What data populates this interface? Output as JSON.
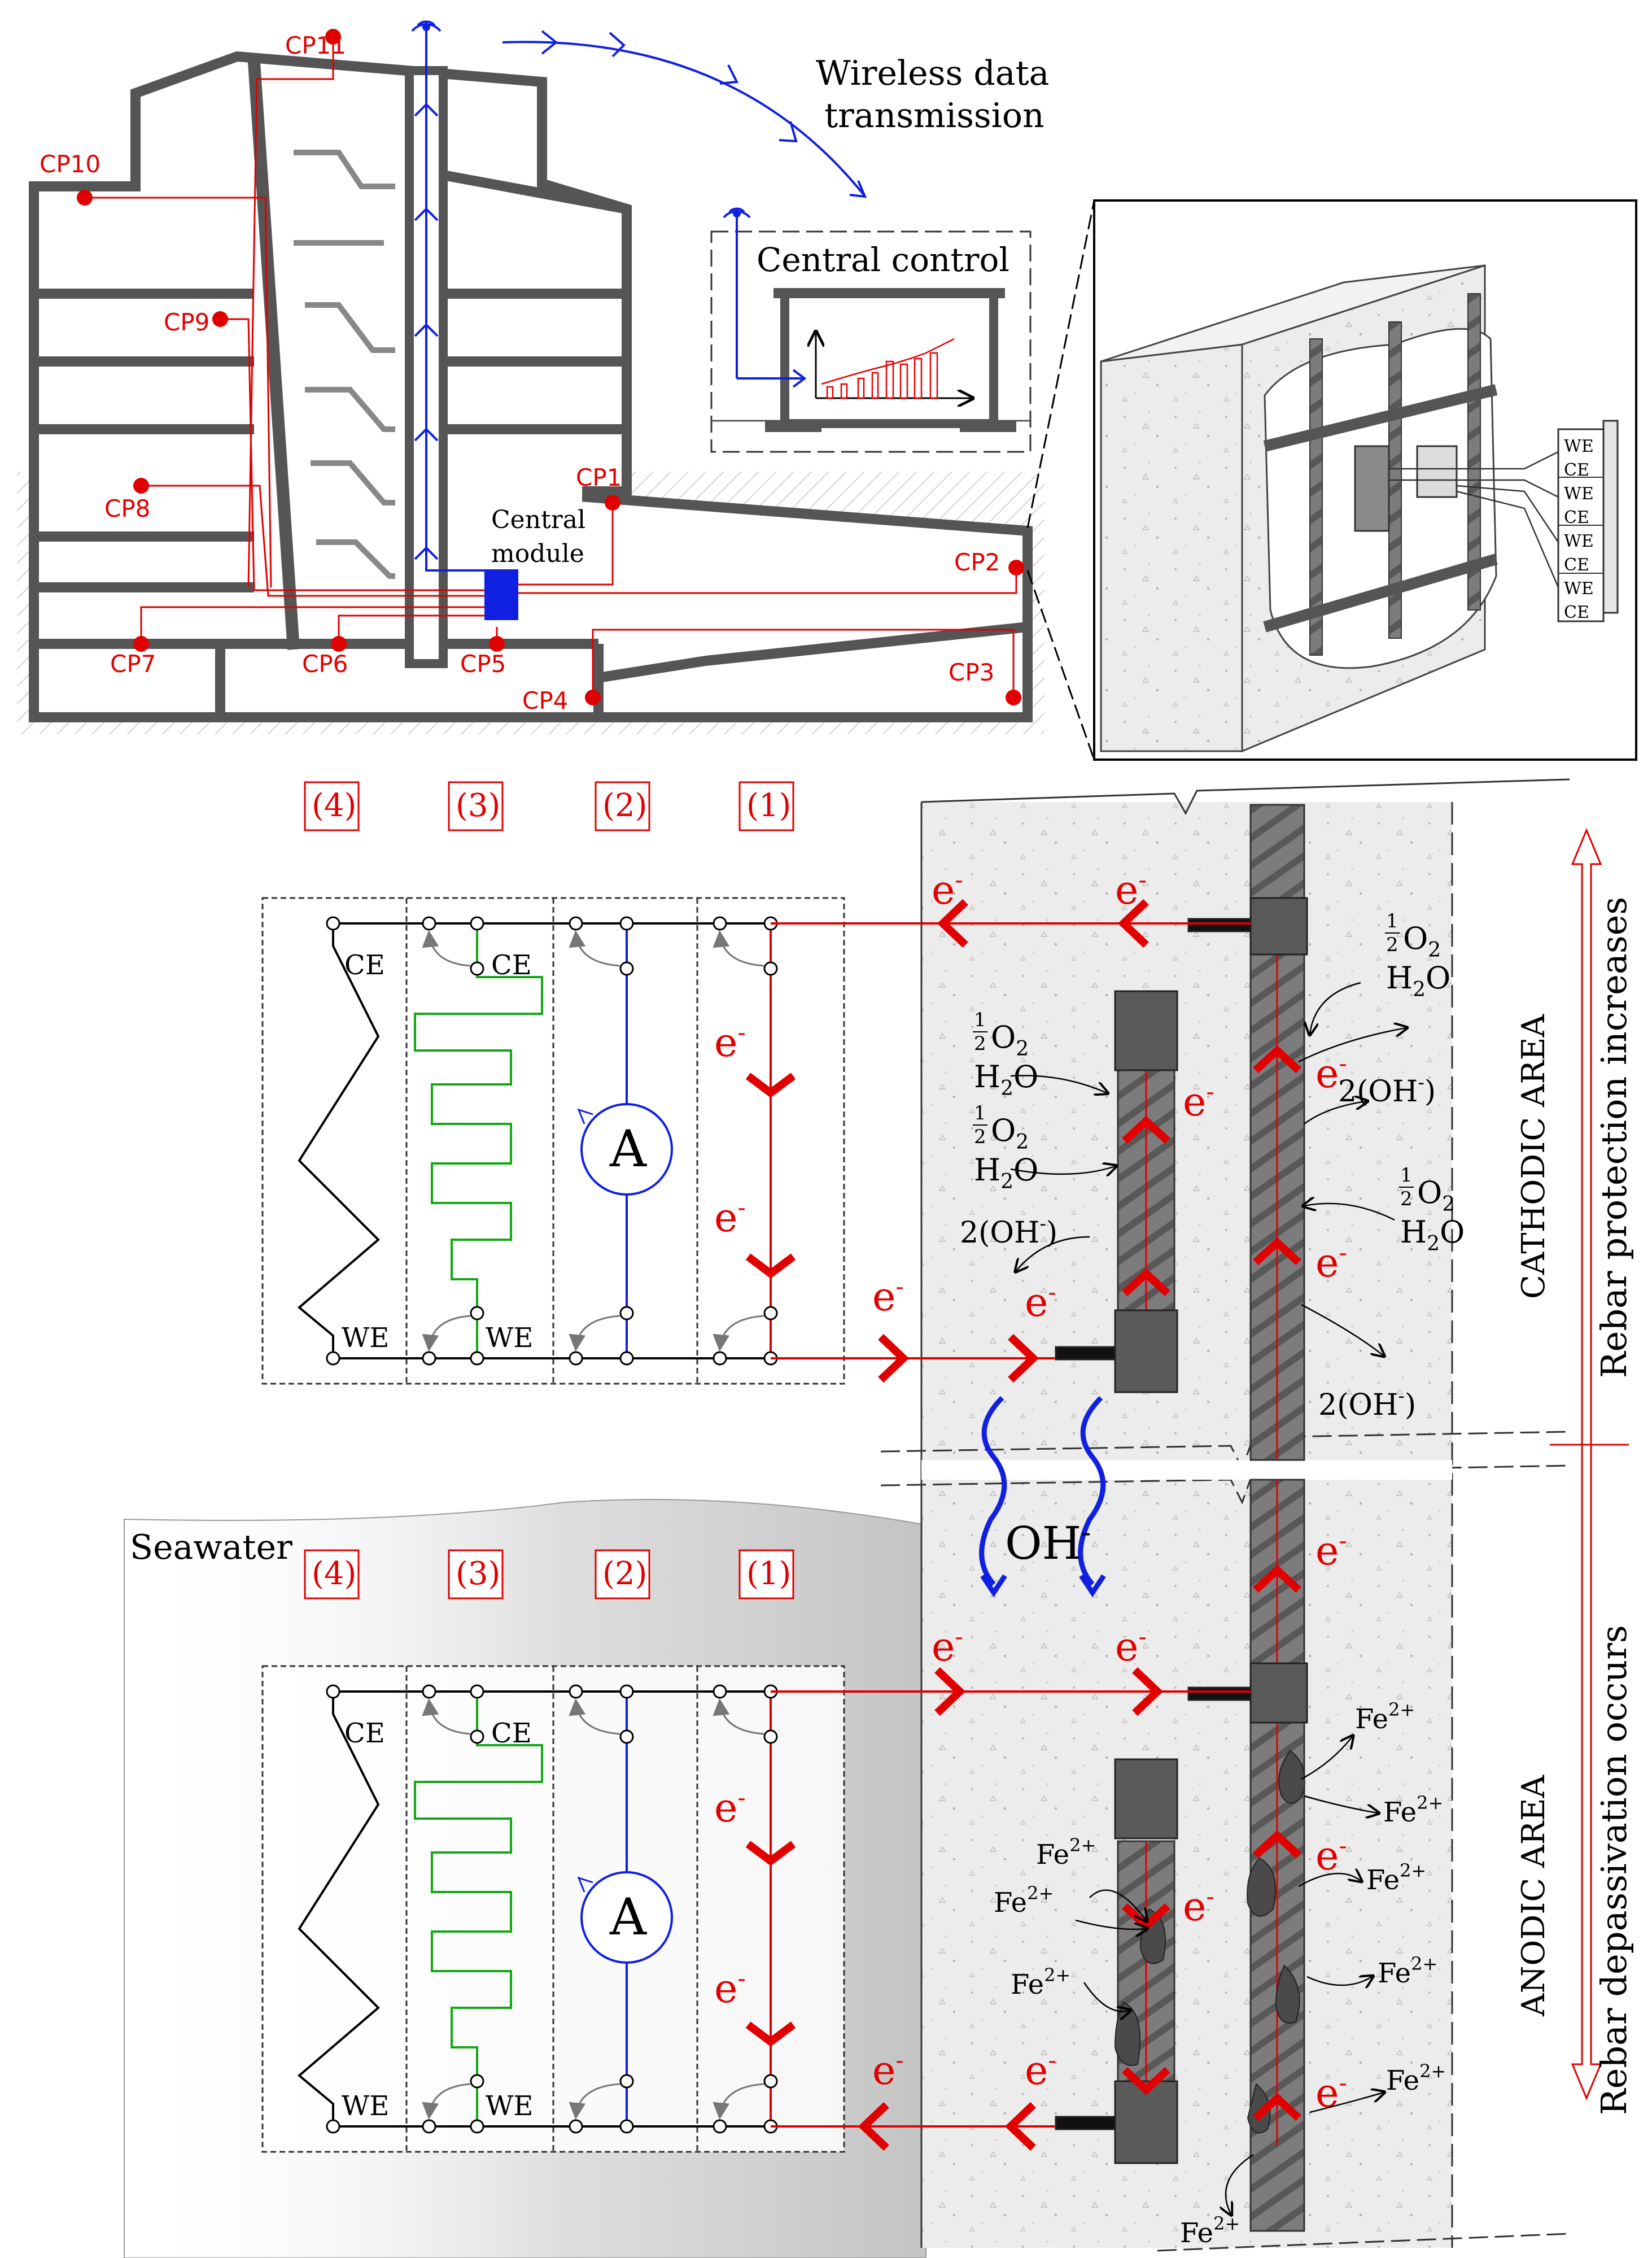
{
  "colors": {
    "red": "#e10000",
    "blue": "#1020e0",
    "green": "#12a812",
    "wall": "#555555",
    "concrete": "#ececec",
    "rebar": "#6a6a6a",
    "sensor": "#5a5a5a"
  },
  "building": {
    "wireless_label_line1": "Wireless data",
    "wireless_label_line2": "transmission",
    "central_control_label": "Central control",
    "central_module_line1": "Central",
    "central_module_line2": "module",
    "checkpoints": [
      "CP1",
      "CP2",
      "CP3",
      "CP4",
      "CP5",
      "CP6",
      "CP7",
      "CP8",
      "CP9",
      "CP10",
      "CP11"
    ]
  },
  "detail_panel": {
    "terminals": [
      "WE",
      "CE",
      "WE",
      "CE",
      "WE",
      "CE",
      "WE",
      "CE"
    ]
  },
  "circuits": {
    "mode_labels": [
      "(4)",
      "(3)",
      "(2)",
      "(1)"
    ],
    "ce_label": "CE",
    "we_label": "WE",
    "ammeter_label": "A",
    "electron_label": "e",
    "electron_sup": "-"
  },
  "chemistry": {
    "half": "1",
    "half_den": "2",
    "o2": "O",
    "o2_sub": "2",
    "water": "H",
    "water_sub": "2",
    "water_tail": "O",
    "hydroxide": "2(OH",
    "hydroxide_sup": "-",
    "hydroxide_close": ")",
    "oh_big": "OH",
    "oh_big_sup": "-",
    "iron": "Fe",
    "iron_sup": "2+"
  },
  "labels": {
    "seawater": "Seawater",
    "cathodic_area": "CATHODIC AREA",
    "anodic_area": "ANODIC AREA",
    "protection_increases": "Rebar protection increases",
    "depassivation": "Rebar depassivation occurs"
  }
}
